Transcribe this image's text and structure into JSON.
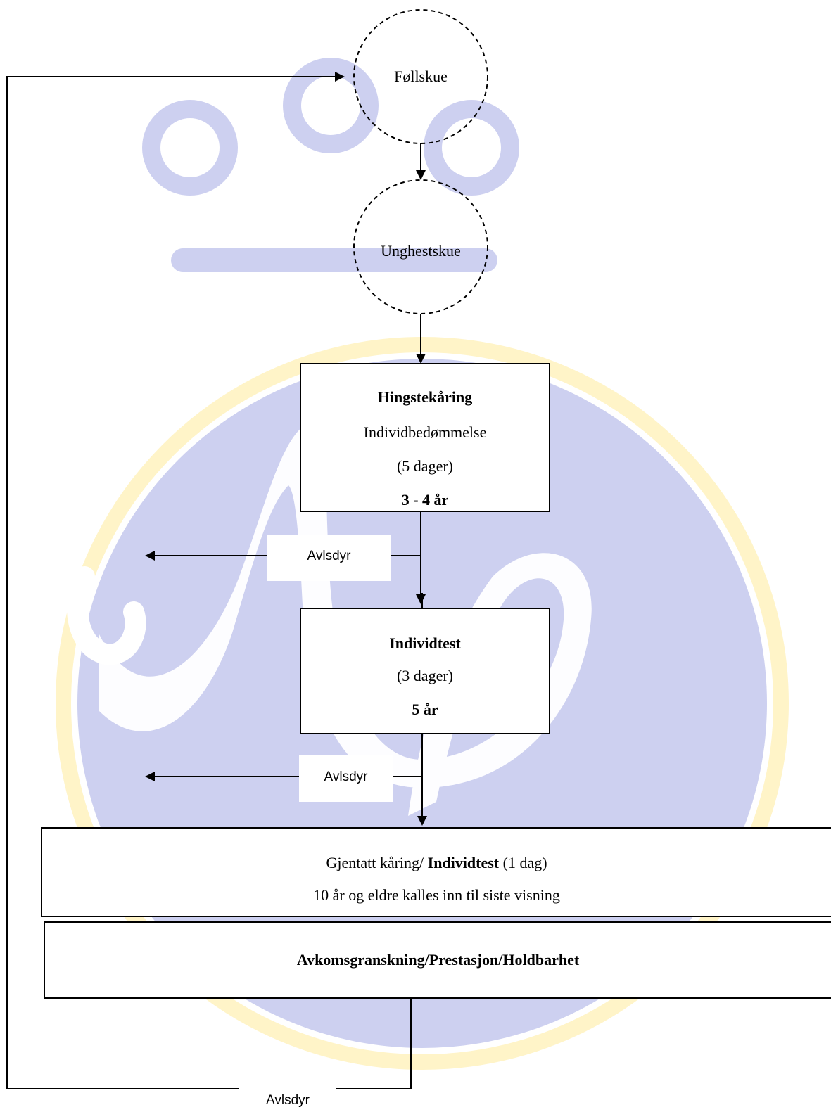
{
  "colors": {
    "watermark_blue": "#c7cbef",
    "watermark_gold": "#fff2c2",
    "line": "#000000"
  },
  "nodes": {
    "follskue": "Føllskue",
    "unghestskue": "Unghestskue"
  },
  "hingstekaring": {
    "title": "Hingstekåring",
    "line1": "Individbedømmelse",
    "line2": "(5 dager)",
    "age": "3 - 4 år"
  },
  "individtest": {
    "title": "Individtest",
    "line1": "(3 dager)",
    "age": "5 år"
  },
  "gjentatt": {
    "prefix": "Gjentatt kåring/ ",
    "bold": "Individtest",
    "suffix": " (1 dag)",
    "line2": "10 år og eldre kalles inn til siste visning"
  },
  "avkom": {
    "label": "Avkomsgranskning/Prestasjon/Holdbarhet"
  },
  "edges": {
    "avlsdyr_1": "Avlsdyr",
    "avlsdyr_2": "Avlsdyr",
    "avlsdyr_3": "Avlsdyr"
  }
}
